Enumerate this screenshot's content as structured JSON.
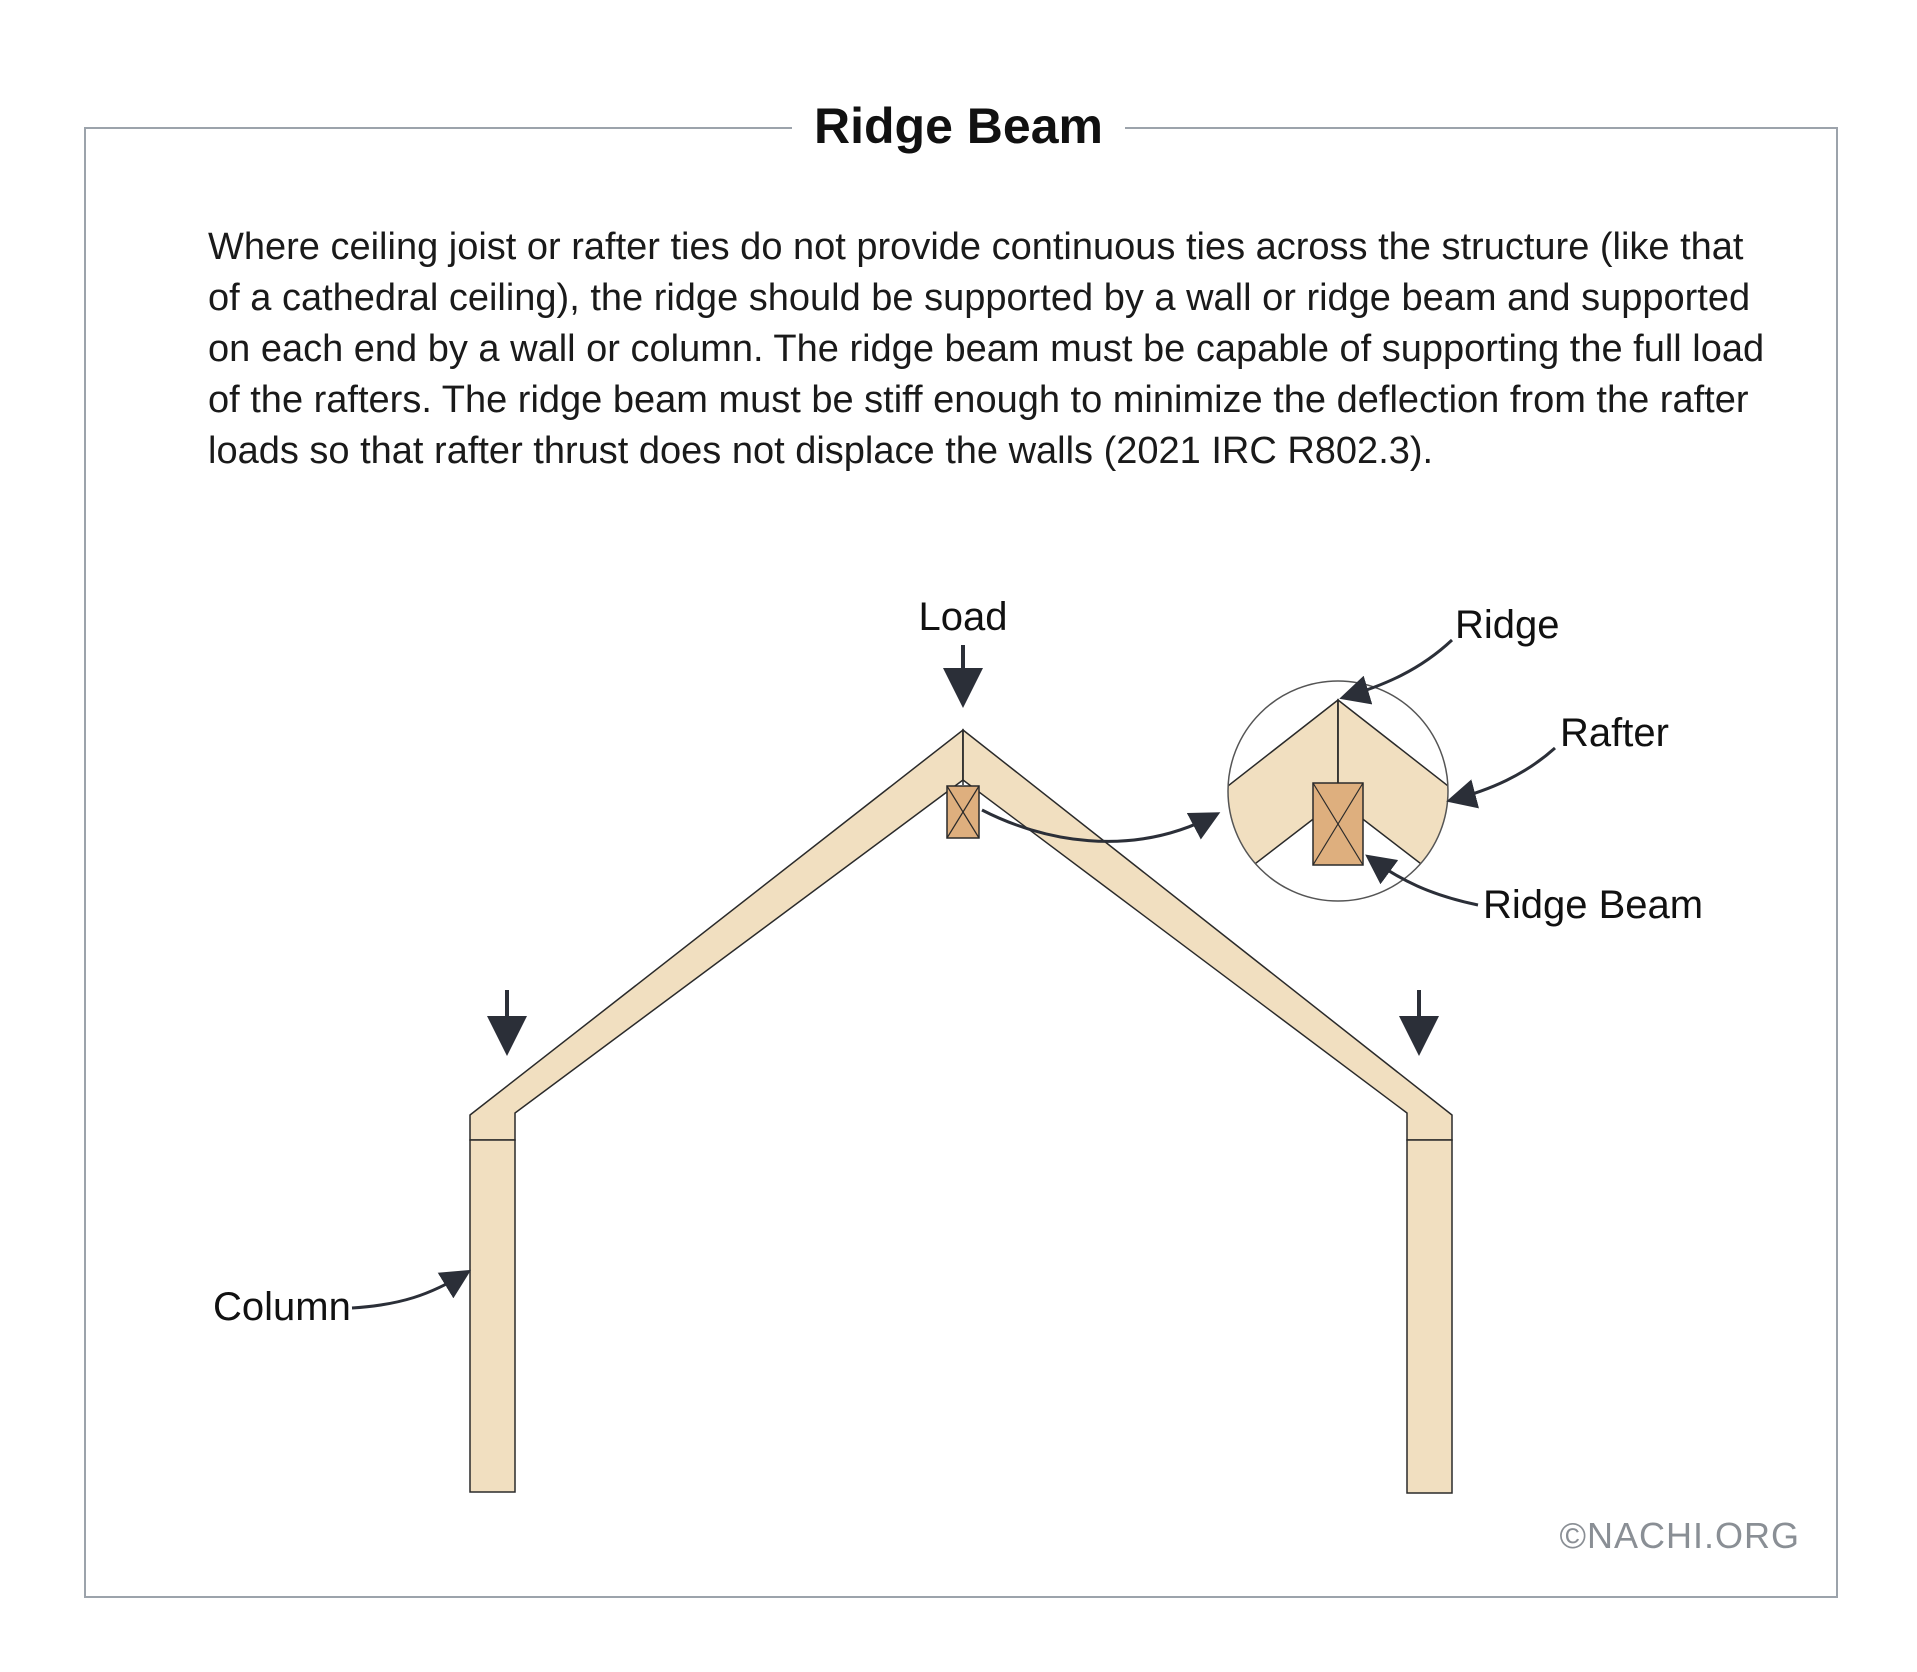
{
  "title": "Ridge Beam",
  "description": "Where ceiling joist or rafter ties do not provide continuous ties across the structure (like that of a cathedral ceiling), the ridge should be supported by a wall or ridge beam and supported on each end by a wall or column. The ridge beam must be capable of supporting the full load of the rafters. The ridge beam must be stiff enough to minimize the deflection from the rafter loads so that rafter thrust does not displace the walls (2021 IRC R802.3).",
  "labels": {
    "load": "Load",
    "ridge": "Ridge",
    "rafter": "Rafter",
    "ridge_beam": "Ridge Beam",
    "column": "Column"
  },
  "copyright": "©NACHI.ORG",
  "colors": {
    "wood": "#f1dfc0",
    "beam": "#deaf7e",
    "stroke": "#2a2a2a",
    "arrow": "#2b2f38",
    "frame": "#9ca3ab"
  }
}
